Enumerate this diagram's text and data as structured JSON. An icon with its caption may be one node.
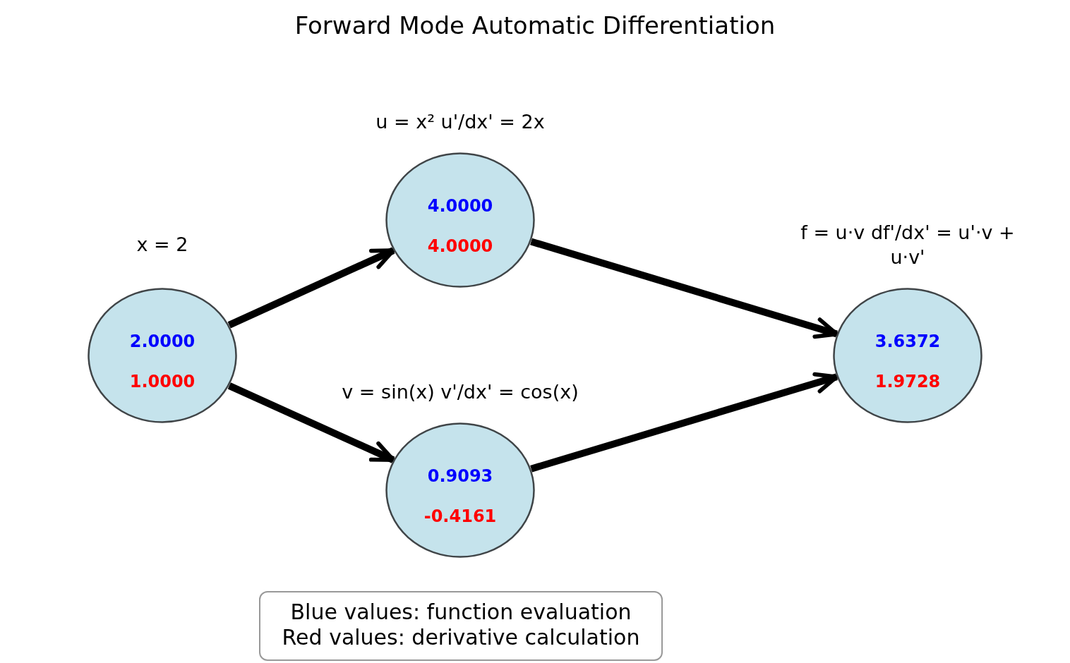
{
  "diagram": {
    "title": "Forward Mode Automatic Differentiation",
    "nodes": [
      {
        "text": [
          "x = 2",
          "2.0000",
          "1.0000"
        ]
      },
      {
        "text": [
          "u = x² u'/dx' = 2x",
          "4.0000",
          "4.0000"
        ]
      },
      {
        "text": [
          "v = sin(x) v'/dx' = cos(x)",
          "0.9093",
          "-0.4161"
        ]
      },
      {
        "text": [
          "f = u·v df'/dx' = u'·v + u·v'",
          "3.6372",
          "1.9728"
        ]
      },
      {
        "text": [
          "Blue values: function evaluation",
          "Red values: derivative calculation"
        ]
      }
    ],
    "edges": [
      {
        "from": 0,
        "to": 1,
        "arrow": "to"
      },
      {
        "from": 0,
        "to": 2,
        "arrow": "to"
      },
      {
        "from": 1,
        "to": 3,
        "arrow": "to"
      },
      {
        "from": 2,
        "to": 3,
        "arrow": "to"
      }
    ]
  }
}
